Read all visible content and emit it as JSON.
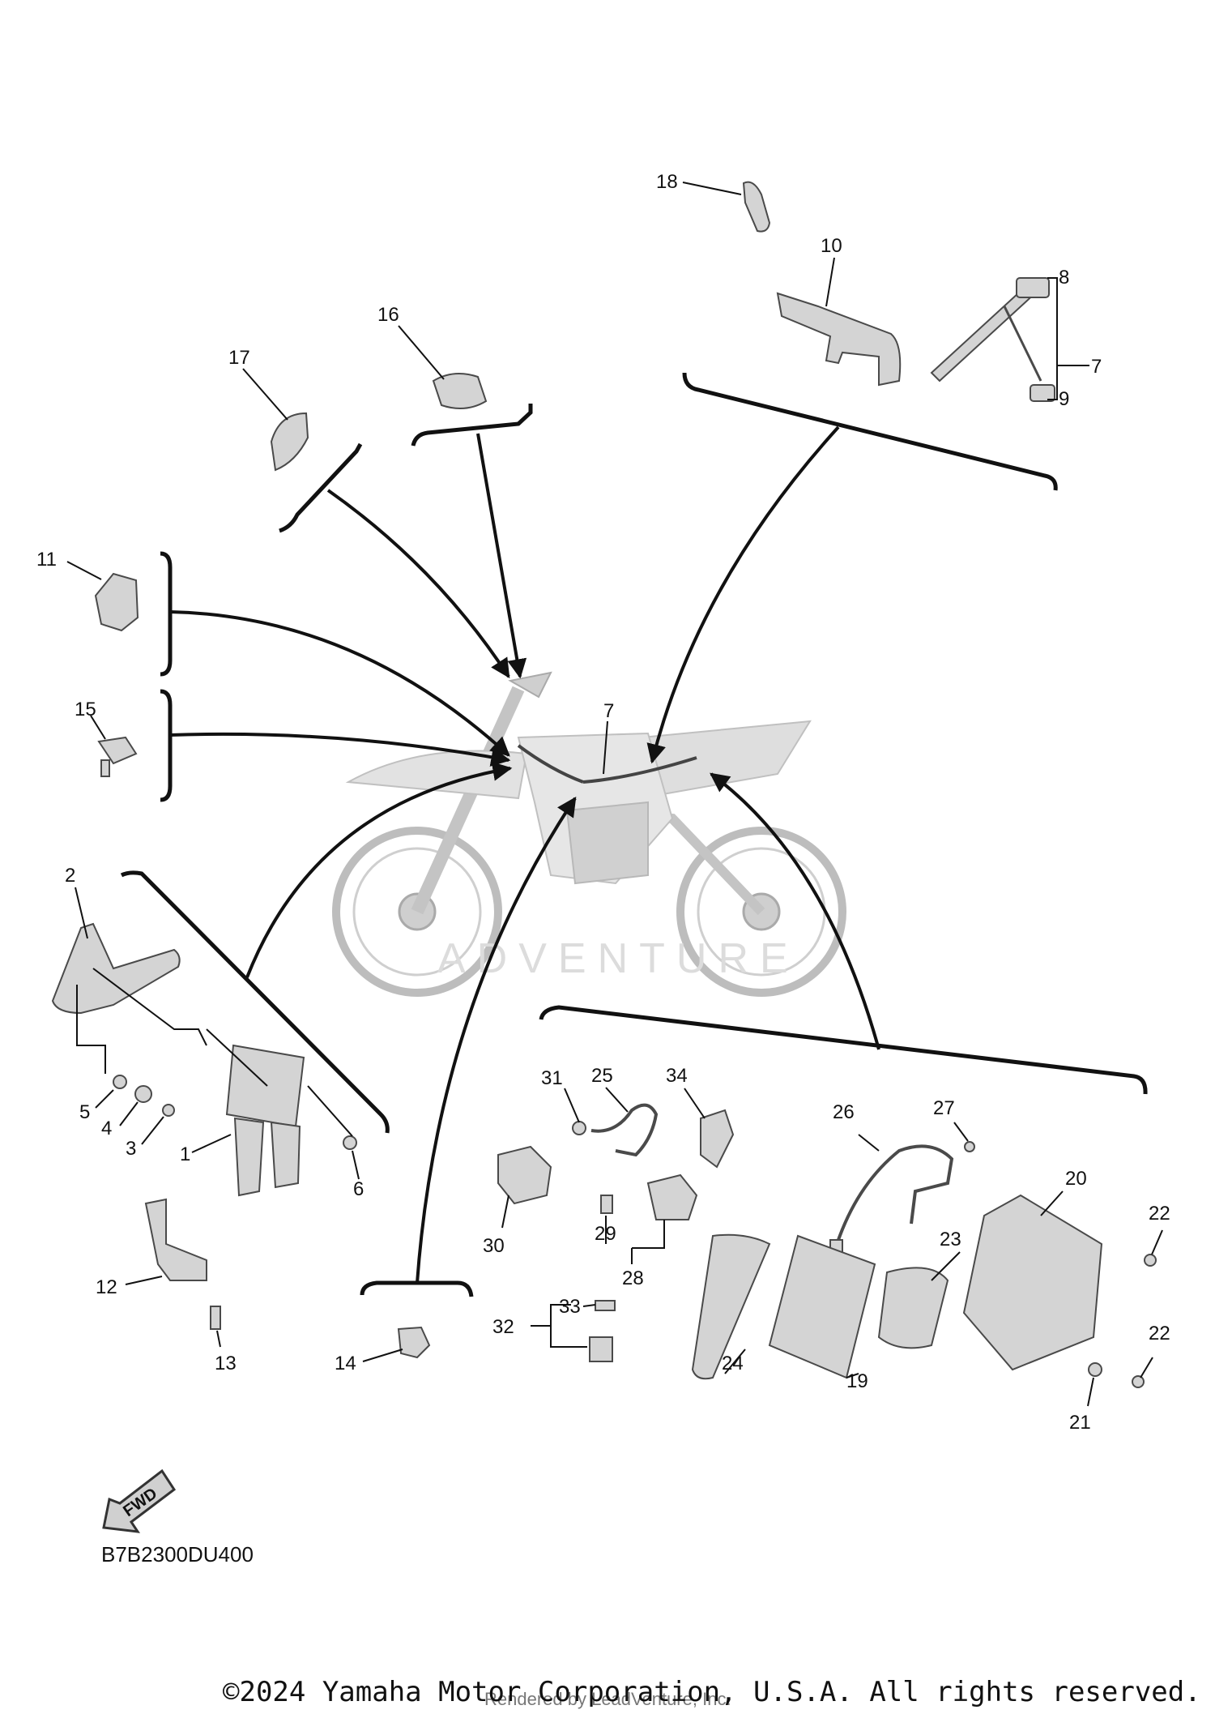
{
  "diagram": {
    "code": "B7B2300DU400",
    "fwd_label": "FWD",
    "watermark": "ADVENTURE",
    "copyright": "©2024 Yamaha Motor Corporation, U.S.A. All rights reserved.",
    "rendered_by": "Rendered by LeadVenture, Inc.",
    "labels": {
      "p1": "1",
      "p2": "2",
      "p3": "3",
      "p4": "4",
      "p5": "5",
      "p6": "6",
      "p7a": "7",
      "p7b": "7",
      "p8": "8",
      "p9": "9",
      "p10": "10",
      "p11": "11",
      "p12": "12",
      "p13": "13",
      "p14": "14",
      "p15": "15",
      "p16": "16",
      "p17": "17",
      "p18": "18",
      "p19": "19",
      "p20": "20",
      "p21": "21",
      "p22a": "22",
      "p22b": "22",
      "p23": "23",
      "p24": "24",
      "p25": "25",
      "p26": "26",
      "p27": "27",
      "p28": "28",
      "p29": "29",
      "p30": "30",
      "p31": "31",
      "p32": "32",
      "p33": "33",
      "p34": "34"
    }
  }
}
